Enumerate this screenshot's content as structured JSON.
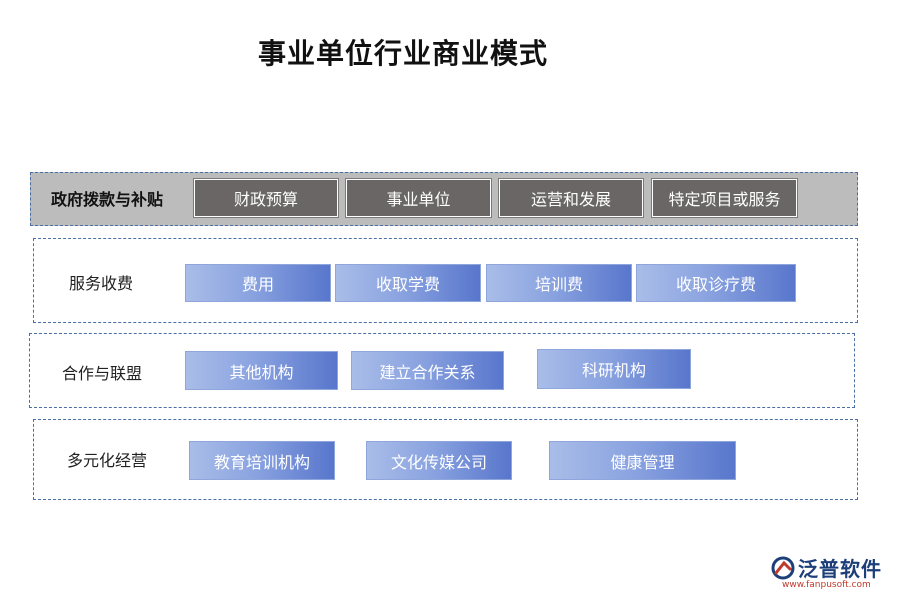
{
  "title": "事业单位行业商业模式",
  "rows": [
    {
      "label": "政府拨款与补贴",
      "items": [
        "财政预算",
        "事业单位",
        "运营和发展",
        "特定项目或服务"
      ]
    },
    {
      "label": "服务收费",
      "items": [
        "费用",
        "收取学费",
        "培训费",
        "收取诊疗费"
      ]
    },
    {
      "label": "合作与联盟",
      "items": [
        "其他机构",
        "建立合作关系",
        "科研机构"
      ]
    },
    {
      "label": "多元化经营",
      "items": [
        "教育培训机构",
        "文化传媒公司",
        "健康管理"
      ]
    }
  ],
  "logo": {
    "name": "泛普软件",
    "url": "www.fanpusoft.com"
  },
  "colors": {
    "gov_row_bg": "#bcbcbc",
    "gray_box": "#6a6666",
    "blue_box_light": "#a9bde8",
    "blue_box_dark": "#5876cc",
    "dashed_border": "#4a6fa5",
    "logo_blue": "#1c3f7a",
    "logo_red": "#c0392b"
  }
}
